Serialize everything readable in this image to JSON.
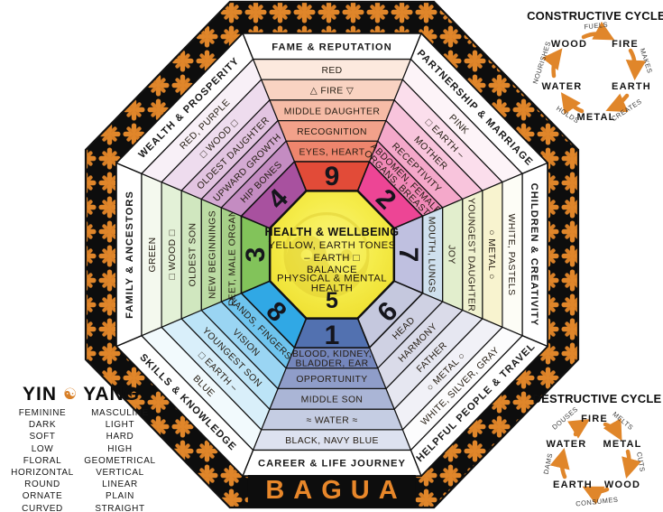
{
  "title": "BAGUA",
  "palette": {
    "pattern_orange": "#e0862a",
    "pattern_black": "#0d0d0d",
    "outline": "#111111",
    "center_yellow": "#f5ec4a",
    "bagua_text_orange": "#e8872a"
  },
  "center": {
    "number": "5",
    "title": "HEALTH & WELLBEING",
    "color_line": "YELLOW, EARTH TONES",
    "element_line": "– EARTH □",
    "attribute_line": "BALANCE",
    "body_line": "PHYSICAL & MENTAL\nHEALTH"
  },
  "sectors": [
    {
      "position": "top",
      "number": "9",
      "title": "FAME & REPUTATION",
      "rows": [
        "RED",
        "△ FIRE ▽",
        "MIDDLE DAUGHTER",
        "RECOGNITION",
        "EYES, HEART"
      ],
      "row_colors": [
        "#fce9de",
        "#f9d3c2",
        "#f6bba6",
        "#f2a18a",
        "#ee856d"
      ],
      "number_color": "#e24b38"
    },
    {
      "position": "top-right",
      "number": "2",
      "title": "PARTNERSHIP & MARRIAGE",
      "rows": [
        "PINK",
        "□ EARTH –",
        "MOTHER",
        "RECEPTIVITY",
        "ABDOMEN, FEMALE\nORGANS, BREASTS"
      ],
      "row_colors": [
        "#fdf4f8",
        "#fbdeec",
        "#f8c4dc",
        "#f4a8ca",
        "#f189b8"
      ],
      "number_color": "#ed4595"
    },
    {
      "position": "right",
      "number": "7",
      "title": "CHILDREN & CREATIVITY",
      "rows": [
        "WHITE, PASTELS",
        "○ METAL ○",
        "YOUNGEST DAUGHTER",
        "JOY",
        "MOUTH, LUNGS"
      ],
      "row_colors": [
        "#fdfdf6",
        "#f8f3cf",
        "#f0f2d0",
        "#e2eecd",
        "#cfe0ee"
      ],
      "number_color": "#bfc0e0"
    },
    {
      "position": "bottom-right",
      "number": "6",
      "title": "HELPFUL PEOPLE & TRAVEL",
      "rows": [
        "WHITE, SILVER, GRAY",
        "○ METAL ○",
        "FATHER",
        "HARMONY",
        "HEAD"
      ],
      "row_colors": [
        "#fcfcfd",
        "#f1f1f7",
        "#e6e7f1",
        "#dadbe9",
        "#cfd1e3"
      ],
      "number_color": "#c5c8de"
    },
    {
      "position": "bottom",
      "number": "1",
      "title": "CAREER & LIFE JOURNEY",
      "rows": [
        "BLACK, NAVY BLUE",
        "≈ WATER ≈",
        "MIDDLE SON",
        "OPPORTUNITY",
        "BLOOD, KIDNEY,\nBLADDER, EAR"
      ],
      "row_colors": [
        "#dde2f0",
        "#c5cde3",
        "#aab5d6",
        "#8f9dc9",
        "#7486bc"
      ],
      "number_color": "#5271b0"
    },
    {
      "position": "bottom-left",
      "number": "8",
      "title": "SKILLS & KNOWLEDGE",
      "rows": [
        "BLUE",
        "□ EARTH –",
        "YOUNGEST SON",
        "VISION",
        "HANDS, FINGERS"
      ],
      "row_colors": [
        "#f2fafd",
        "#d9effa",
        "#bce4f7",
        "#9ad5f3",
        "#6ec4ee"
      ],
      "number_color": "#30a8e5"
    },
    {
      "position": "left",
      "number": "3",
      "title": "FAMILY & ANCESTORS",
      "rows": [
        "GREEN",
        "□ WOOD □",
        "OLDEST SON",
        "NEW BEGINNINGS",
        "FEET, MALE ORGANS"
      ],
      "row_colors": [
        "#f4f9ee",
        "#e3f1d7",
        "#d0e7bf",
        "#bcdca4",
        "#a6d088"
      ],
      "number_color": "#82c35a"
    },
    {
      "position": "top-left",
      "number": "4",
      "title": "WEALTH & PROSPERITY",
      "rows": [
        "RED, PURPLE",
        "□ WOOD □",
        "OLDEST DAUGHTER",
        "UPWARD GROWTH",
        "HIP BONES"
      ],
      "row_colors": [
        "#f8f0f7",
        "#eedcee",
        "#e2c4e1",
        "#d4aad3",
        "#c48cc2"
      ],
      "number_color": "#a8519f"
    }
  ],
  "constructive_cycle": {
    "title": "CONSTRUCTIVE CYCLE",
    "elements": [
      "WOOD",
      "FIRE",
      "EARTH",
      "METAL",
      "WATER"
    ],
    "links": [
      {
        "from": "WOOD",
        "to": "FIRE",
        "label": "FUELS"
      },
      {
        "from": "FIRE",
        "to": "EARTH",
        "label": "MAKES"
      },
      {
        "from": "EARTH",
        "to": "METAL",
        "label": "CREATES"
      },
      {
        "from": "METAL",
        "to": "WATER",
        "label": "HOLDS"
      },
      {
        "from": "WATER",
        "to": "WOOD",
        "label": "NOURISHES"
      }
    ]
  },
  "destructive_cycle": {
    "title": "DESTRUCTIVE CYCLE",
    "elements": [
      "FIRE",
      "METAL",
      "WOOD",
      "EARTH",
      "WATER"
    ],
    "links": [
      {
        "from": "FIRE",
        "to": "METAL",
        "label": "MELTS"
      },
      {
        "from": "METAL",
        "to": "WOOD",
        "label": "CUTS"
      },
      {
        "from": "WOOD",
        "to": "EARTH",
        "label": "CONSUMES"
      },
      {
        "from": "EARTH",
        "to": "WATER",
        "label": "DAMS"
      },
      {
        "from": "WATER",
        "to": "FIRE",
        "label": "DOUSES"
      }
    ]
  },
  "yin_yang": {
    "yin_title": "YIN",
    "yang_title": "YANG",
    "yin": [
      "FEMININE",
      "DARK",
      "SOFT",
      "LOW",
      "FLORAL",
      "HORIZONTAL",
      "ROUND",
      "ORNATE",
      "CURVED"
    ],
    "yang": [
      "MASCULINE",
      "LIGHT",
      "HARD",
      "HIGH",
      "GEOMETRICAL",
      "VERTICAL",
      "LINEAR",
      "PLAIN",
      "STRAIGHT"
    ]
  }
}
